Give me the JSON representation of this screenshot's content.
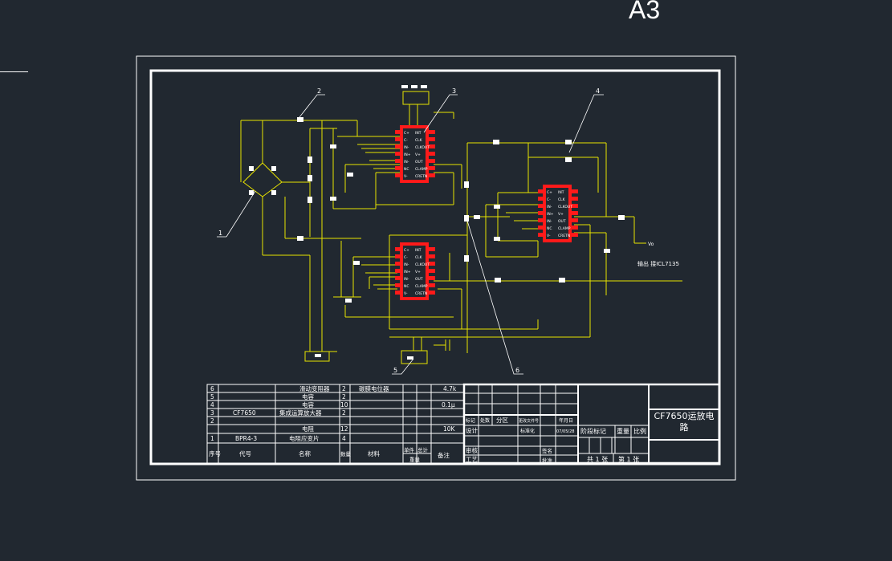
{
  "paper_size": "A3",
  "drawing": {
    "title": "CF7650运放电路",
    "net_label_vo": "Vo",
    "net_label_out": "输出 接ICL7135",
    "part_numbers": [
      "1",
      "2",
      "3",
      "4",
      "5",
      "6"
    ],
    "chip_pins_left": [
      "C+",
      "C-",
      "IN-",
      "IN+",
      "IN-",
      "NC",
      "V-"
    ],
    "chip_pins_right": [
      "INT",
      "CLK",
      "CLKOUT",
      "V+",
      "OUT",
      "CLAMP",
      "CRETN"
    ]
  },
  "bom": {
    "headers": {
      "seq": "序号",
      "code": "代号",
      "name": "名称",
      "qty": "数量",
      "material": "材料",
      "single": "单件",
      "total": "总计",
      "weight": "重量",
      "remark": "备注"
    },
    "rows": [
      {
        "seq": "6",
        "code": "",
        "name": "滑动变阻器",
        "qty": "2",
        "material": "碳膜电位器",
        "remark": "4.7k"
      },
      {
        "seq": "5",
        "code": "",
        "name": "电容",
        "qty": "2",
        "material": "",
        "remark": ""
      },
      {
        "seq": "4",
        "code": "",
        "name": "电容",
        "qty": "10",
        "material": "",
        "remark": "0.1μ"
      },
      {
        "seq": "3",
        "code": "CF7650",
        "name": "集成运算放大器",
        "qty": "2",
        "material": "",
        "remark": ""
      },
      {
        "seq": "2",
        "code": "",
        "name": "电阻",
        "qty": "12",
        "material": "",
        "remark": "10K"
      },
      {
        "seq": "1",
        "code": "BPR4-3",
        "name": "电阻应变片",
        "qty": "4",
        "material": "",
        "remark": ""
      }
    ]
  },
  "title_block": {
    "mark": "标记",
    "count": "处数",
    "zone": "分区",
    "change_doc": "更改文件号",
    "sign": "签名",
    "date": "年月日",
    "design": "设计",
    "std": "标准化",
    "date_value": "07/05/28",
    "stage_mark": "阶段标记",
    "weight": "重量",
    "scale": "比例",
    "review": "审核",
    "process": "工艺",
    "approve": "批准",
    "sheets_total": "共 1 张",
    "sheet_no": "第 1 张"
  }
}
